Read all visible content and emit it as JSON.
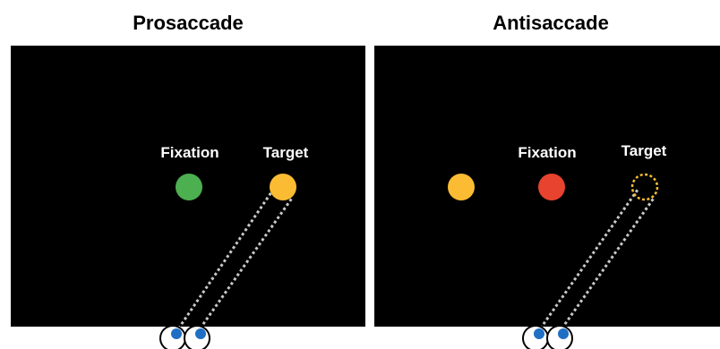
{
  "panels": {
    "prosaccade": {
      "title": "Prosaccade",
      "fixation_label": "Fixation",
      "target_label": "Target"
    },
    "antisaccade": {
      "title": "Antisaccade",
      "fixation_label": "Fixation",
      "target_label": "Target"
    }
  },
  "colors": {
    "screen": "#000000",
    "fixation_prosaccade": "#4caf50",
    "fixation_antisaccade": "#e8432e",
    "target": "#fbbc33",
    "gaze_line": "#c8c8c8",
    "pupil": "#1f6fc4"
  }
}
